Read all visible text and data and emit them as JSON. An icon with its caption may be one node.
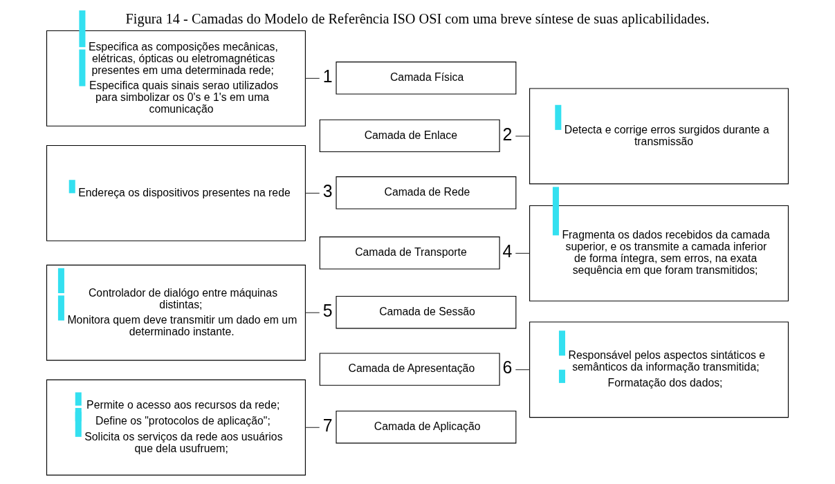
{
  "diagram": {
    "title": "Figura 14 - Camadas do Modelo de Referência ISO OSI com uma breve síntese de suas aplicabilidades.",
    "nodes": [
      {
        "text": [
          "Permite o acesso aos recursos da rede;",
          "Define os \"protocolos de aplicação\";",
          "Solicita os serviços da rede aos usuários que dela usufruem;"
        ]
      },
      {
        "text": [
          "Camada de Aplicação"
        ],
        "beside": [
          "7"
        ]
      },
      {
        "text": [
          "Camada de Apresentação"
        ],
        "beside": [
          "6"
        ]
      },
      {
        "text": [
          "Responsável pelos aspectos sintáticos e semânticos da informação transmitida;",
          "Formatação dos dados;"
        ]
      },
      {
        "text": [
          "Controlador de dialógo entre máquinas distintas;",
          "Monitora quem deve transmitir um dado em um determinado instante."
        ]
      },
      {
        "text": [
          "Camada de Sessão"
        ],
        "beside": [
          "5"
        ]
      },
      {
        "text": [
          "Camada de Transporte"
        ],
        "beside": [
          "4"
        ]
      },
      {
        "text": [
          "Fragmenta os dados recebidos da camada superior, e os transmite a camada inferior de forma íntegra, sem erros, na exata sequência em que foram transmitidos;"
        ]
      },
      {
        "text": [
          "Endereça os dispositivos presentes na rede"
        ]
      },
      {
        "text": [
          "Camada de Rede"
        ],
        "beside": [
          "3"
        ]
      },
      {
        "text": [
          "Camada de Enlace"
        ],
        "beside": [
          "2"
        ]
      },
      {
        "text": [
          "Detecta e corrige erros surgidos durante a transmissão"
        ]
      },
      {
        "text": [
          "Especifica as composições mecânicas, elétricas, ópticas ou eletromagnéticas presentes em uma determinada rede;",
          "Especifica quais sinais serao utilizados para simbolizar os 0's e 1's em uma comunicação"
        ]
      },
      {
        "text": [
          "Camada Física"
        ],
        "beside": [
          "1"
        ]
      }
    ],
    "edges": [
      {
        "from": 0,
        "to": 1,
        "arrow": "none"
      },
      {
        "from": 2,
        "to": 3,
        "arrow": "none"
      },
      {
        "from": 4,
        "to": 5,
        "arrow": "none"
      },
      {
        "from": 6,
        "to": 7,
        "arrow": "none"
      },
      {
        "from": 8,
        "to": 9,
        "arrow": "none"
      },
      {
        "from": 10,
        "to": 11,
        "arrow": "none"
      },
      {
        "from": 12,
        "to": 13,
        "arrow": "none"
      }
    ]
  }
}
